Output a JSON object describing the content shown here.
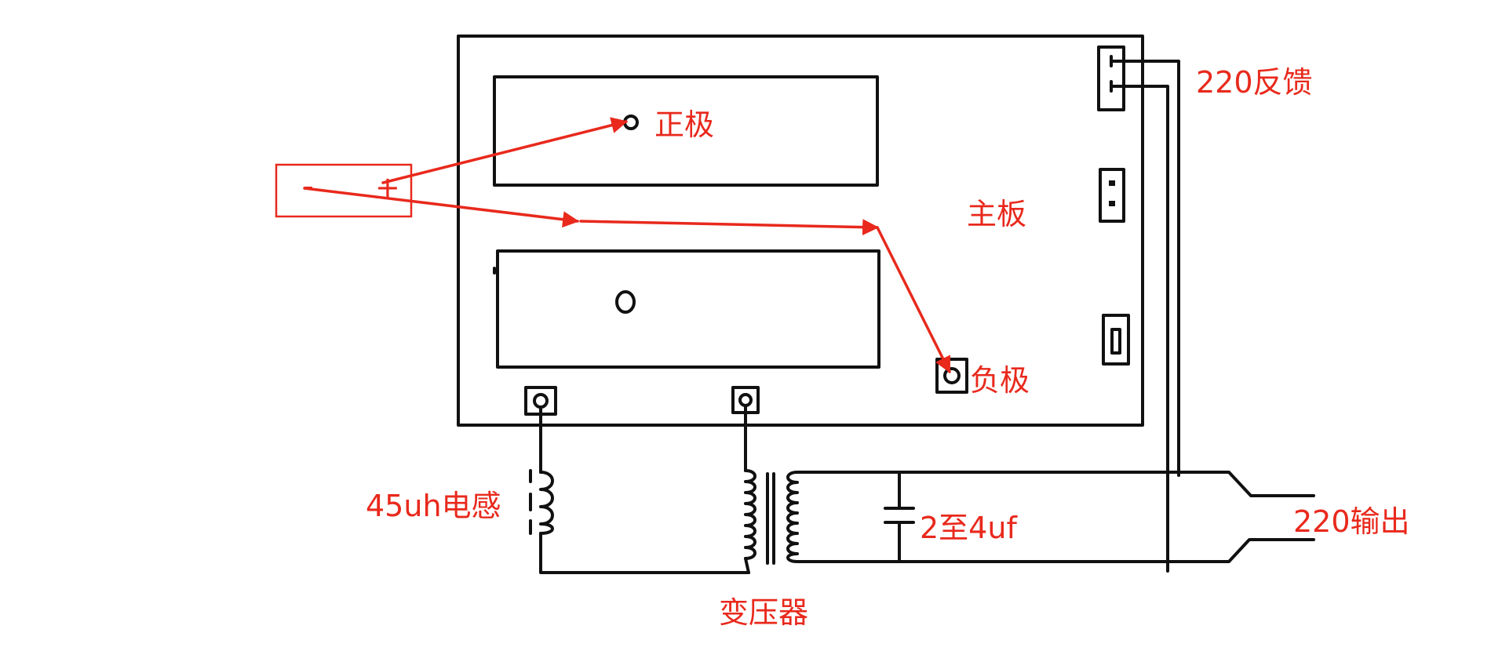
{
  "colors": {
    "ink": "#111111",
    "annotation": "#e8291c",
    "background": "#ffffff"
  },
  "labels": {
    "positive": "正极",
    "negative": "负极",
    "mainboard": "主板",
    "feedback": "220反馈",
    "inductor": "45uh电感",
    "transformer": "变压器",
    "capacitor": "2至4uf",
    "output": "220输出"
  },
  "battery": {
    "minus": "-",
    "plus": "+"
  }
}
